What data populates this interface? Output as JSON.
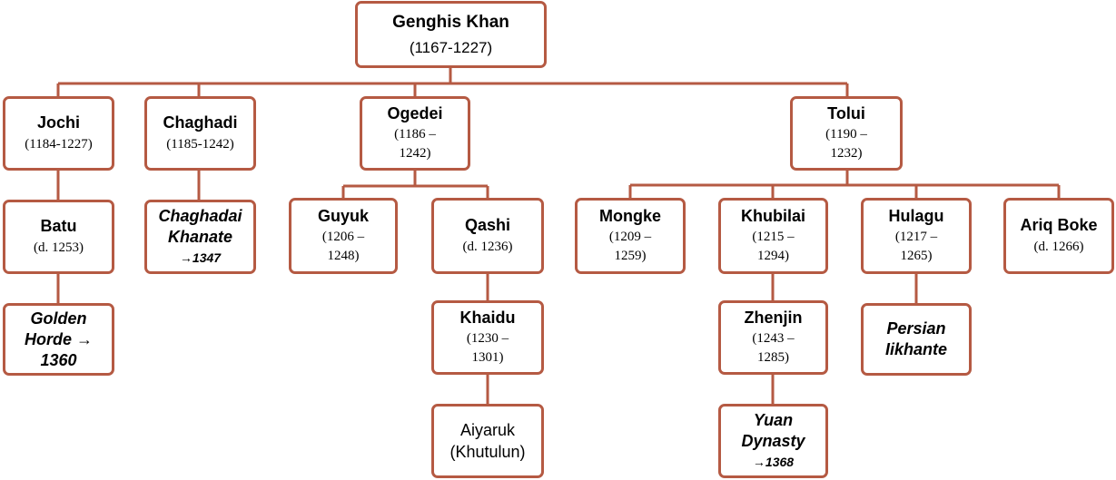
{
  "nodes": {
    "genghis": {
      "name": "Genghis Khan",
      "dates": "(1167-1227)"
    },
    "jochi": {
      "name": "Jochi",
      "dates": "(1184-1227)"
    },
    "chaghadi": {
      "name": "Chaghadi",
      "dates": "(1185-1242)"
    },
    "ogedei": {
      "name": "Ogedei",
      "dates_1": "(1186 –",
      "dates_2": "1242)"
    },
    "tolui": {
      "name": "Tolui",
      "dates_1": "(1190 –",
      "dates_2": "1232)"
    },
    "batu": {
      "name": "Batu",
      "dates": "(d. 1253)"
    },
    "golden_horde": {
      "line_1": "Golden",
      "line_2": "Horde →",
      "line_3": "1360"
    },
    "chaghadai_khanate": {
      "line_1": "Chaghadai",
      "line_2": "Khanate",
      "line_3": "→1347"
    },
    "guyuk": {
      "name": "Guyuk",
      "dates_1": "(1206 –",
      "dates_2": "1248)"
    },
    "qashi": {
      "name": "Qashi",
      "dates": "(d. 1236)"
    },
    "khaidu": {
      "name": "Khaidu",
      "dates_1": "(1230 –",
      "dates_2": "1301)"
    },
    "aiyaruk": {
      "line_1": "Aiyaruk",
      "line_2": "(Khutulun)"
    },
    "mongke": {
      "name": "Mongke",
      "dates_1": "(1209 –",
      "dates_2": "1259)"
    },
    "khubilai": {
      "name": "Khubilai",
      "dates_1": "(1215 –",
      "dates_2": "1294)"
    },
    "zhenjin": {
      "name": "Zhenjin",
      "dates_1": "(1243 –",
      "dates_2": "1285)"
    },
    "yuan": {
      "line_1": "Yuan",
      "line_2": "Dynasty",
      "line_3": "→1368"
    },
    "hulagu": {
      "name": "Hulagu",
      "dates_1": "(1217 –",
      "dates_2": "1265)"
    },
    "persian": {
      "line_1": "Persian",
      "line_2": "Iikhante"
    },
    "ariq_boke": {
      "name": "Ariq Boke",
      "dates": "(d. 1266)"
    }
  },
  "colors": {
    "border": "#b55a43",
    "background": "#ffffff",
    "text": "#000000"
  }
}
